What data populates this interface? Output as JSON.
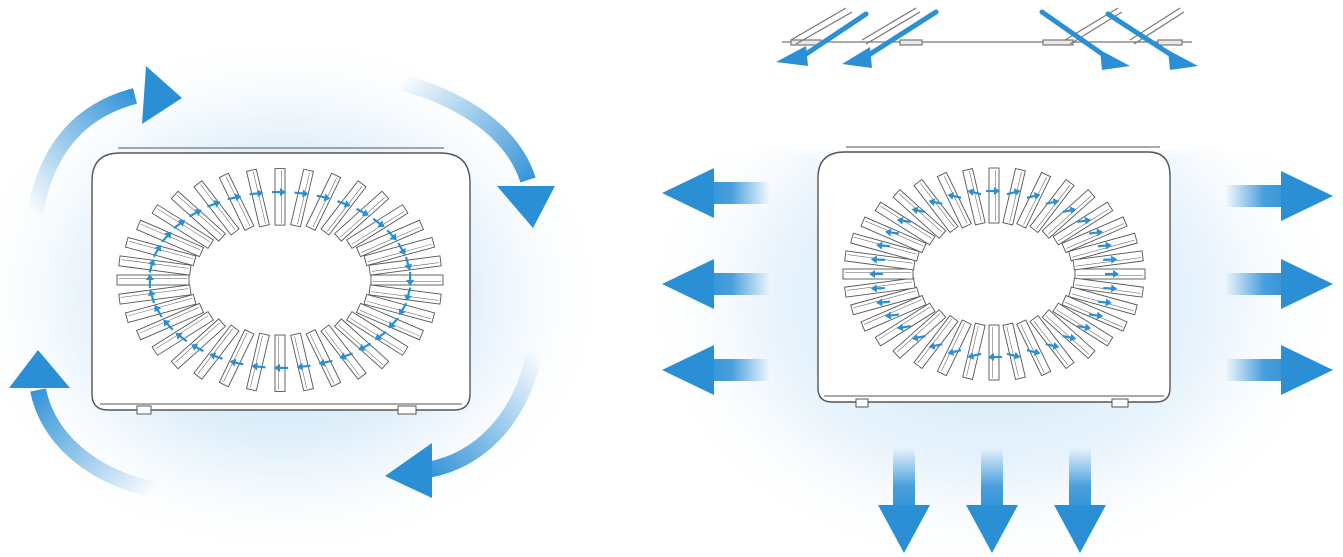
{
  "colors": {
    "accent": "#2b8fd6",
    "glow": "#bfe0f7",
    "outline": "#555555",
    "background": "#ffffff"
  },
  "panels": [
    {
      "id": "swirl",
      "airflow": "circular",
      "vane_arrows": "clockwise"
    },
    {
      "id": "spread",
      "airflow": "outward",
      "vane_arrows": "radial"
    }
  ],
  "icons": {
    "large_arrow": "curved-arrow-icon",
    "flow_arrow": "straight-arrow-icon",
    "vane_arrow": "vane-arrow-icon",
    "top_view": "louver-top-view-icon"
  }
}
